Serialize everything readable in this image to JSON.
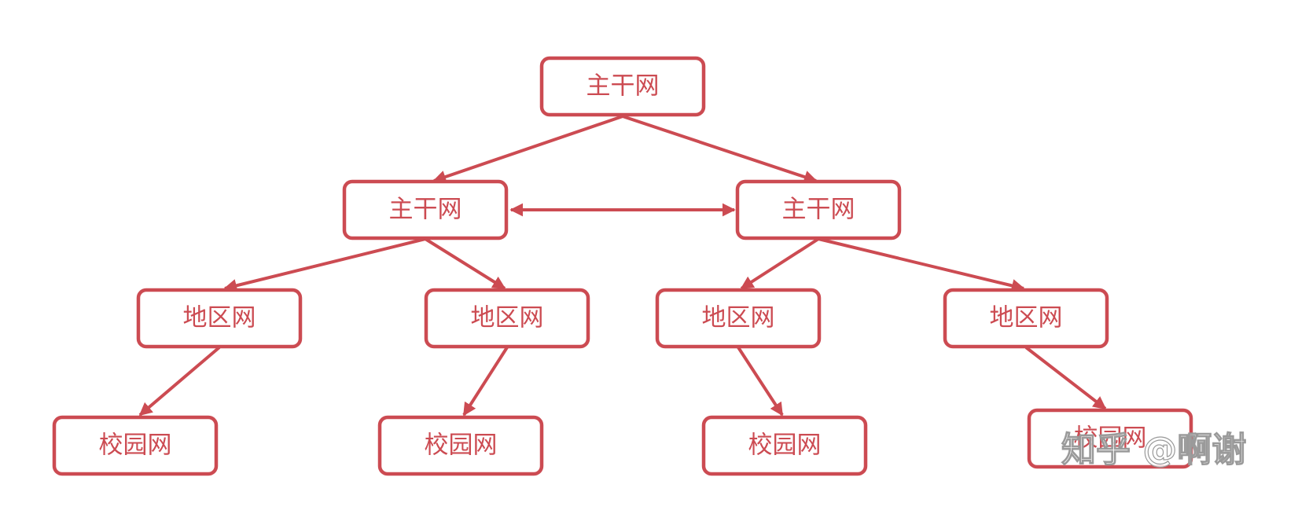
{
  "colors": {
    "accent": "#cc4b52",
    "background": "#ffffff"
  },
  "nodes": [
    {
      "id": "backbone-top",
      "label": "主干网"
    },
    {
      "id": "backbone-left",
      "label": "主干网"
    },
    {
      "id": "backbone-right",
      "label": "主干网"
    },
    {
      "id": "regional-1",
      "label": "地区网"
    },
    {
      "id": "regional-2",
      "label": "地区网"
    },
    {
      "id": "regional-3",
      "label": "地区网"
    },
    {
      "id": "regional-4",
      "label": "地区网"
    },
    {
      "id": "campus-1",
      "label": "校园网"
    },
    {
      "id": "campus-2",
      "label": "校园网"
    },
    {
      "id": "campus-3",
      "label": "校园网"
    },
    {
      "id": "campus-4",
      "label": "校园网"
    }
  ],
  "edges": [
    {
      "from": "backbone-top",
      "to": "backbone-left",
      "direction": "forward"
    },
    {
      "from": "backbone-top",
      "to": "backbone-right",
      "direction": "forward"
    },
    {
      "from": "backbone-left",
      "to": "backbone-right",
      "direction": "both"
    },
    {
      "from": "backbone-left",
      "to": "regional-1",
      "direction": "forward"
    },
    {
      "from": "backbone-left",
      "to": "regional-2",
      "direction": "forward"
    },
    {
      "from": "backbone-right",
      "to": "regional-3",
      "direction": "forward"
    },
    {
      "from": "backbone-right",
      "to": "regional-4",
      "direction": "forward"
    },
    {
      "from": "regional-1",
      "to": "campus-1",
      "direction": "forward"
    },
    {
      "from": "regional-2",
      "to": "campus-2",
      "direction": "forward"
    },
    {
      "from": "regional-3",
      "to": "campus-3",
      "direction": "forward"
    },
    {
      "from": "regional-4",
      "to": "campus-4",
      "direction": "forward"
    }
  ],
  "watermark": {
    "text": "知乎 @啊谢"
  }
}
